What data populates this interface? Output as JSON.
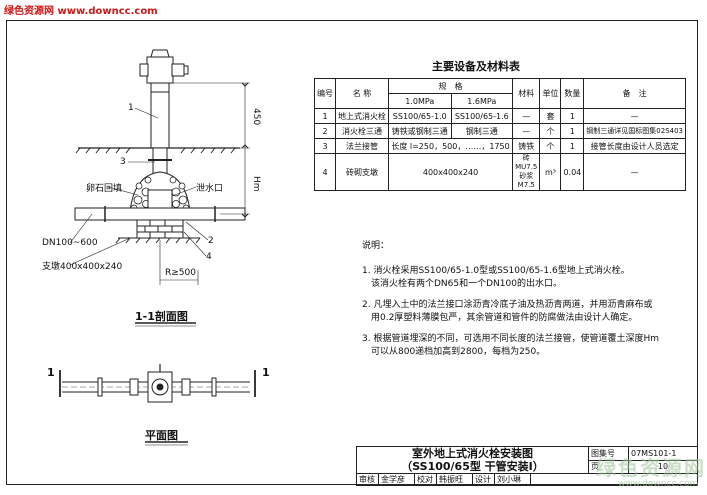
{
  "watermark_top": "绿色资源网 www.downcc.com",
  "watermark_logo": "绿色资源网",
  "watermark_url": "www.downcc.com",
  "section": {
    "title": "1-1剖面图",
    "plan_title": "平面图",
    "section_mark": "1",
    "dim_450": "450",
    "dim_hm": "Hm",
    "dim_r500": "R≥500",
    "callouts": [
      "1",
      "2",
      "3",
      "4"
    ],
    "gravel": "卵石回填",
    "drain": "泄水口",
    "pipe": "DN100~600",
    "support": "支墩400x400x240"
  },
  "table": {
    "title": "主要设备及材料表",
    "h_no": "编号",
    "h_name": "名 称",
    "h_spec": "规　格",
    "h_mat": "材料",
    "h_unit": "单位",
    "h_qty": "数量",
    "h_note": "备　注",
    "h_p1": "1.0MPa",
    "h_p2": "1.6MPa",
    "rows": [
      {
        "no": "1",
        "name": "地上式消火栓",
        "s1": "SS100/65-1.0",
        "s2": "SS100/65-1.6",
        "mat": "—",
        "unit": "套",
        "qty": "1",
        "note": "—"
      },
      {
        "no": "2",
        "name": "消火栓三通",
        "s1": "铸铁或钢制三通",
        "s2": "钢制三通",
        "mat": "—",
        "unit": "个",
        "qty": "1",
        "note": "钢制三通详见国标图集02S403"
      },
      {
        "no": "3",
        "name": "法兰接管",
        "s1": "长度 l=250，500，……，1750",
        "s2": "",
        "mat": "铸铁",
        "unit": "个",
        "qty": "1",
        "note": "接管长度由设计人员选定"
      },
      {
        "no": "4",
        "name": "砖砌支墩",
        "s1": "400x400x240",
        "s2": "",
        "mat": "砖MU7.5 砂浆M7.5",
        "unit": "m³",
        "qty": "0.04",
        "note": "—"
      }
    ]
  },
  "notes": {
    "heading": "说明：",
    "lines": [
      "1. 消火栓采用SS100/65-1.0型或SS100/65-1.6型地上式消火栓。",
      "　该消火栓有两个DN65和一个DN100的出水口。",
      "2. 凡埋入土中的法兰接口涂沥青冷底子油及热沥青两道，并用沥青麻布或",
      "　用0.2厚塑料薄膜包严，其余管道和管件的防腐做法由设计人确定。",
      "3. 根据管道埋深的不同，可选用不同长度的法兰接管，使管道覆土深度Hm",
      "　可以从800递档加高到2800，每档为250。"
    ]
  },
  "titleblock": {
    "title1": "室外地上式消火栓安装图",
    "title2": "（SS100/65型 干管安装Ⅰ）",
    "atlas_label": "图集号",
    "atlas_no": "07MS101-1",
    "page_label": "页",
    "page_no": "10",
    "review_label": "审核",
    "reviewer": "金学彦",
    "check_label": "校对",
    "checker": "韩振旺",
    "design_label": "设计",
    "designer": "刘小琳"
  }
}
